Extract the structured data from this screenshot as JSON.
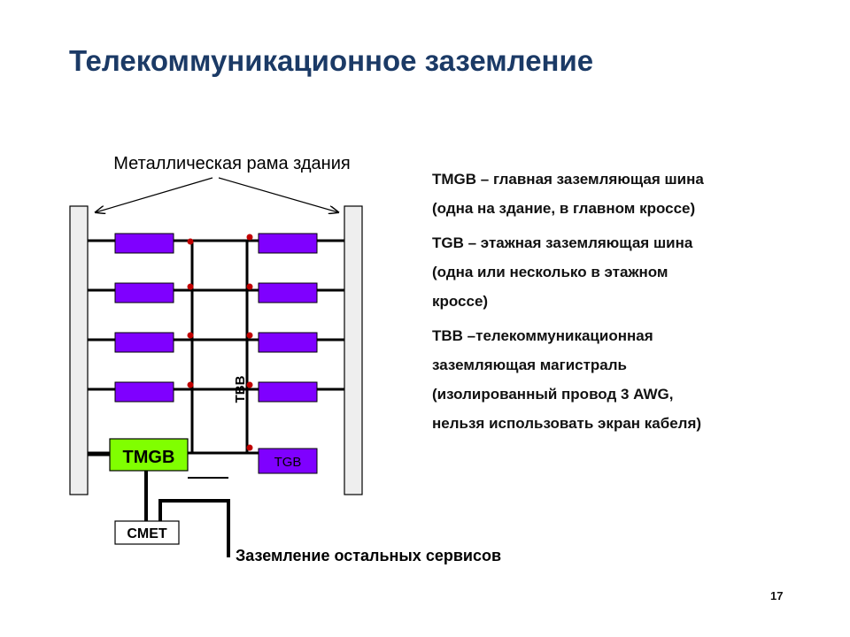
{
  "slide": {
    "title": "Телекоммуникационное заземление",
    "page_number": "17"
  },
  "diagram": {
    "frame_label": "Металлическая рама здания",
    "tmgb_label": "TMGB",
    "tgb_label": "TGB",
    "tbb_label": "TBB",
    "cmet_label": "CMET",
    "other_services_label": "Заземление остальных сервисов"
  },
  "legend": [
    {
      "lines": [
        "TMGB – главная заземляющая шина",
        "(одна на здание, в главном кроссе)"
      ]
    },
    {
      "lines": [
        "TGB – этажная заземляющая шина",
        "(одна или несколько в этажном",
        "кроссе)"
      ]
    },
    {
      "lines": [
        "TBB –телекоммуникационная",
        "заземляющая магистраль",
        "(изолированный провод 3 AWG,",
        "нельзя использовать экран кабеля)"
      ]
    }
  ],
  "colors": {
    "title": "#1b3a66",
    "busbar": "#7f00ff",
    "tmgb": "#80ff00",
    "dot": "#c00000",
    "frame": "#eeeeee"
  }
}
